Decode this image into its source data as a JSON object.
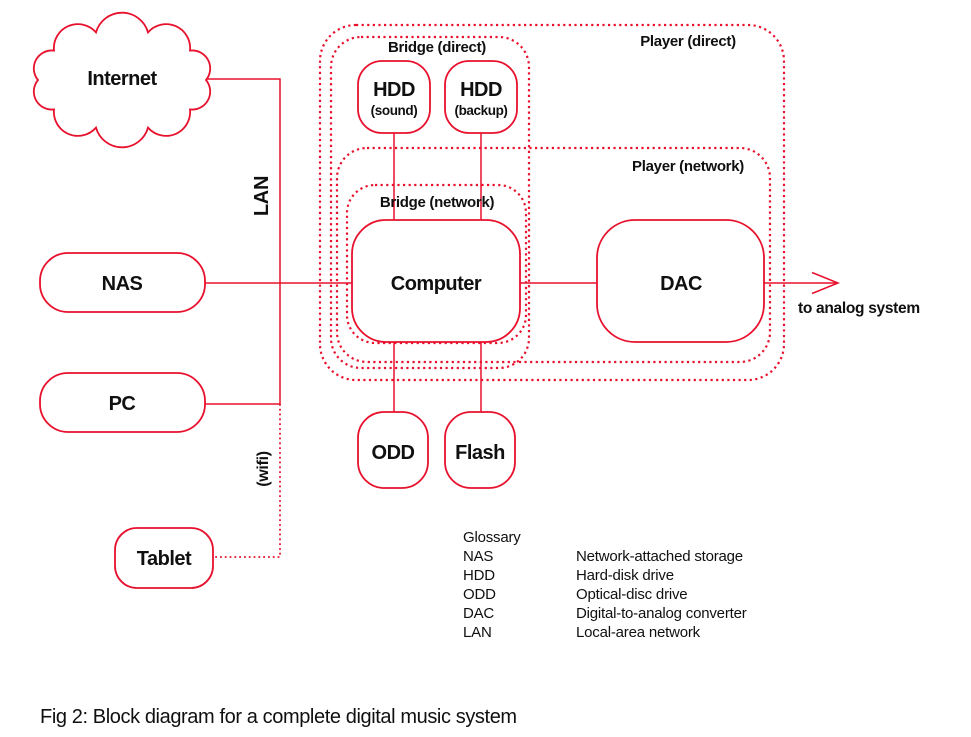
{
  "colors": {
    "line": "#e8112d",
    "text": "#101010",
    "background": "#ffffff"
  },
  "nodes": {
    "internet": {
      "label": "Internet"
    },
    "nas": {
      "label": "NAS"
    },
    "pc": {
      "label": "PC"
    },
    "tablet": {
      "label": "Tablet"
    },
    "hdd_sound": {
      "label": "HDD",
      "sublabel": "(sound)"
    },
    "hdd_backup": {
      "label": "HDD",
      "sublabel": "(backup)"
    },
    "computer": {
      "label": "Computer"
    },
    "dac": {
      "label": "DAC"
    },
    "odd": {
      "label": "ODD"
    },
    "flash": {
      "label": "Flash"
    }
  },
  "containers": {
    "player_direct": {
      "label": "Player (direct)"
    },
    "bridge_direct": {
      "label": "Bridge (direct)"
    },
    "player_network": {
      "label": "Player (network)"
    },
    "bridge_network": {
      "label": "Bridge (network)"
    }
  },
  "connections": {
    "lan_label": "LAN",
    "wifi_label": "(wifi)",
    "output_label": "to analog system"
  },
  "glossary": {
    "title": "Glossary",
    "entries": [
      {
        "term": "NAS",
        "definition": "Network-attached storage"
      },
      {
        "term": "HDD",
        "definition": "Hard-disk drive"
      },
      {
        "term": "ODD",
        "definition": "Optical-disc drive"
      },
      {
        "term": "DAC",
        "definition": "Digital-to-analog converter"
      },
      {
        "term": "LAN",
        "definition": "Local-area network"
      }
    ]
  },
  "caption": "Fig 2: Block diagram for a complete digital music system"
}
